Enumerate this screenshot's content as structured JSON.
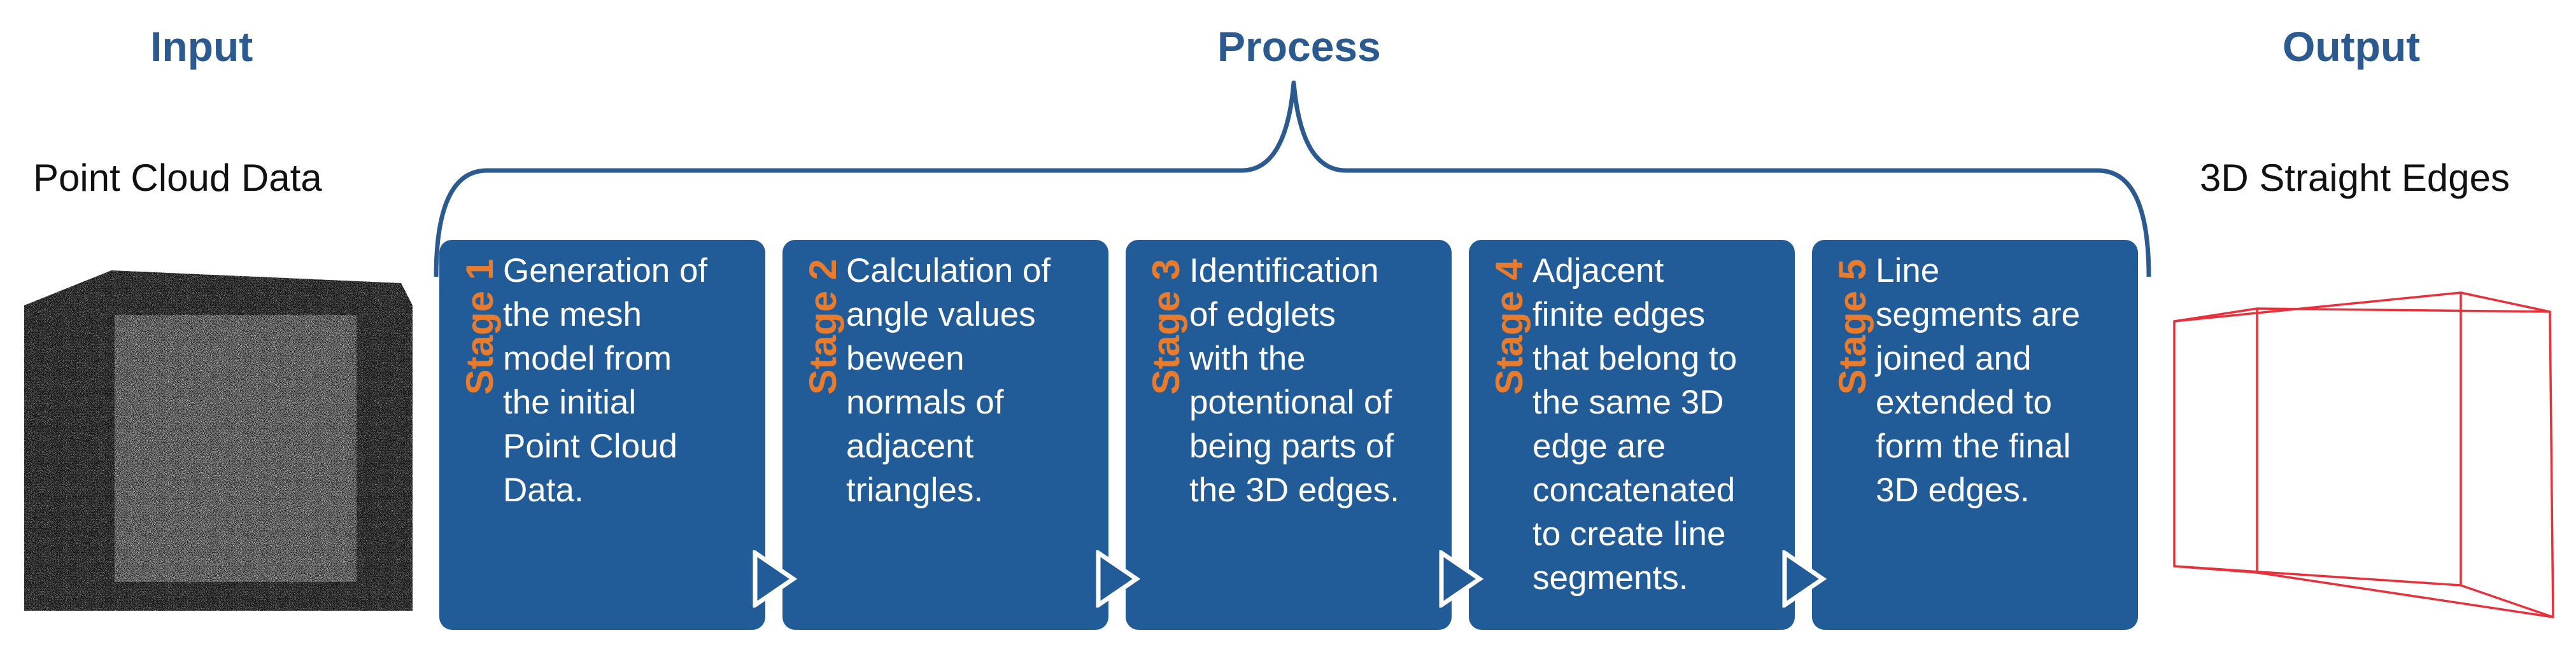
{
  "sections": {
    "input_title": "Input",
    "process_title": "Process",
    "output_title": "Output"
  },
  "input_label": "Point Cloud Data",
  "output_label": "3D Straight Edges",
  "stages": [
    {
      "tag": "Stage 1",
      "text": "Generation of\nthe mesh\nmodel from\nthe initial\nPoint Cloud\nData."
    },
    {
      "tag": "Stage 2",
      "text": "Calculation of\nangle values\nbewеen\nnormals of\nadjacent\ntriangles."
    },
    {
      "tag": "Stage 3",
      "text": "Identification\nof edglets\nwith the\npotentional of\nbeing parts of\nthe 3D edges."
    },
    {
      "tag": "Stage 4",
      "text": "Adjacent\nfinite edges\nthat  belong to\nthe same 3D\nedge are\nconcatenated\nto create line\nsegments."
    },
    {
      "tag": "Stage 5",
      "text": "Line\nsegments are\njoined and\nextended to\nform the final\n3D edges."
    }
  ],
  "colors": {
    "title": "#2b5a91",
    "stage_box": "#215c99",
    "stage_tag": "#e87b2c",
    "brace": "#2b5a91",
    "edges": "#e8303a"
  }
}
